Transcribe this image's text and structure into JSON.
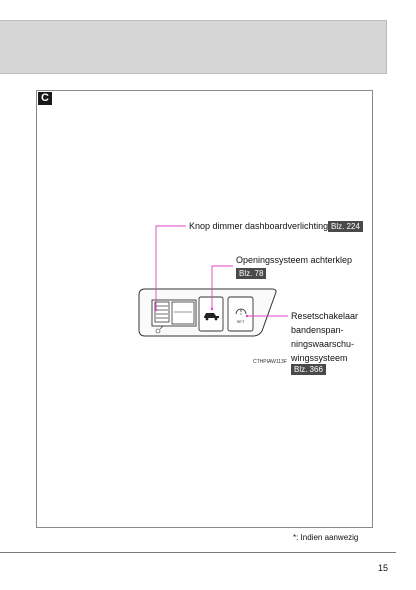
{
  "section": {
    "letter": "C"
  },
  "callouts": {
    "dimmer": {
      "label": "Knop dimmer dashboardverlichting",
      "ref": "Blz. 224"
    },
    "trunk": {
      "label": "Openingssysteem achterklep",
      "ref": "Blz. 78"
    },
    "tpms": {
      "lines": [
        "Resetschakelaar",
        "bandenspan-",
        "ningswaarschu-",
        "wingssysteem"
      ],
      "ref": "Blz. 366"
    }
  },
  "illustration": {
    "code": "CTHPIAW113F",
    "set_label": "SET"
  },
  "footnote": {
    "text": "*: Indien aanwezig"
  },
  "page": {
    "number": "15"
  },
  "colors": {
    "leader": "#e040c8",
    "badge": "#4a4a4a",
    "header_band": "#d6d6d6"
  }
}
